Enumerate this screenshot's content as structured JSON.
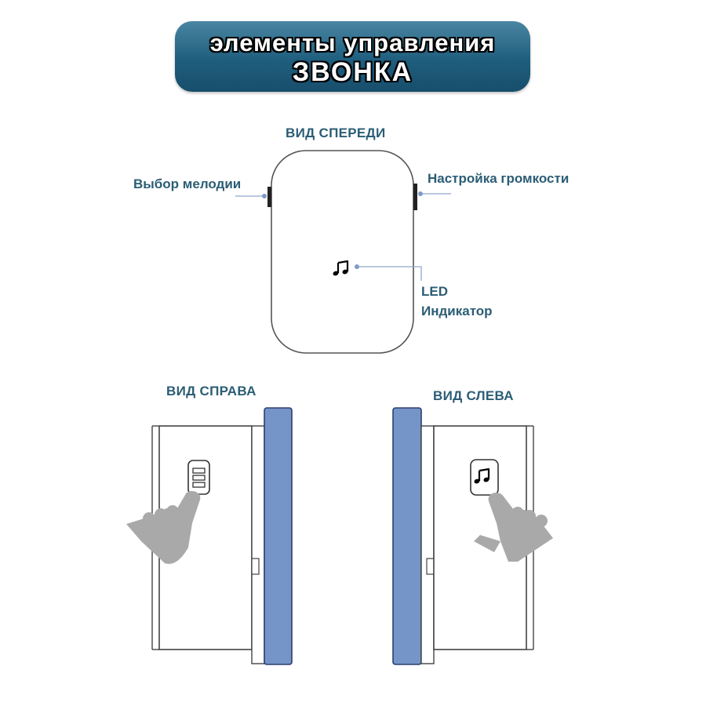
{
  "banner": {
    "title_line1": "элементы управления",
    "title_line2": "ЗВОНКА"
  },
  "front_view": {
    "heading": "ВИД СПЕРЕДИ",
    "melody_select_label": "Выбор мелодии",
    "volume_label": "Настройка громкости",
    "led_label_line1": "LED",
    "led_label_line2": "Индикатор",
    "note_icon": "music-note-icon"
  },
  "right_view": {
    "heading": "ВИД СПРАВА",
    "button_icon": "volume-bars-icon",
    "hand_icon": "pointing-hand-icon"
  },
  "left_view": {
    "heading": "ВИД СЛЕВА",
    "button_icon": "music-note-icon",
    "hand_icon": "pointing-hand-icon"
  },
  "colors": {
    "banner": "#1f5e7e",
    "label_text": "#2b5d75",
    "plug_blue": "#7595c8",
    "leader_line": "#8fa8cc",
    "hand_gray": "#a9a9a9"
  }
}
